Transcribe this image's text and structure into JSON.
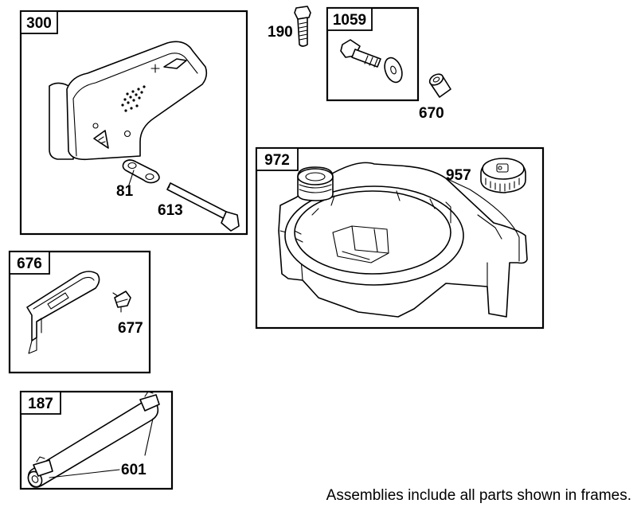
{
  "frames": [
    {
      "tag": "300",
      "name": "muffler"
    },
    {
      "tag": "1059",
      "name": "bolt-kit"
    },
    {
      "tag": "972",
      "name": "fuel-tank"
    },
    {
      "tag": "676",
      "name": "guard"
    },
    {
      "tag": "187",
      "name": "fuel-line"
    }
  ],
  "callouts": {
    "c190": "190",
    "c81": "81",
    "c613": "613",
    "c670": "670",
    "c957": "957",
    "c677": "677",
    "c601": "601"
  },
  "footnote": "Assemblies include all parts shown in frames."
}
